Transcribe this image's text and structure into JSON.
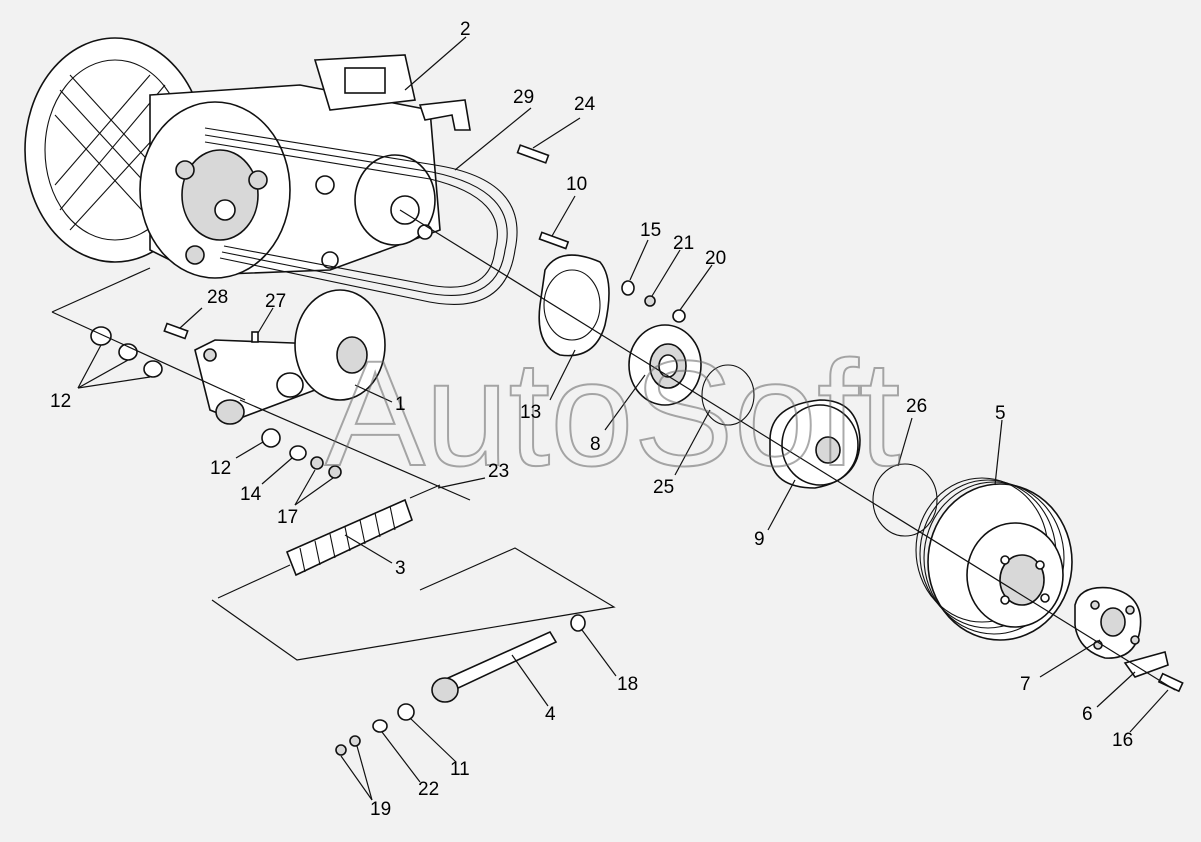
{
  "watermark": "AutoSoft",
  "labels": {
    "l1": "1",
    "l2": "2",
    "l3": "3",
    "l4": "4",
    "l5": "5",
    "l6": "6",
    "l7": "7",
    "l8": "8",
    "l9": "9",
    "l10": "10",
    "l11": "11",
    "l12a": "12",
    "l12b": "12",
    "l13": "13",
    "l14": "14",
    "l15": "15",
    "l16": "16",
    "l17": "17",
    "l18": "18",
    "l19": "19",
    "l20": "20",
    "l21": "21",
    "l22": "22",
    "l23": "23",
    "l24": "24",
    "l25": "25",
    "l26": "26",
    "l27": "27",
    "l28": "28",
    "l29": "29"
  },
  "colors": {
    "line": "#111111",
    "background": "#f2f2f2",
    "watermark": "#666666"
  }
}
